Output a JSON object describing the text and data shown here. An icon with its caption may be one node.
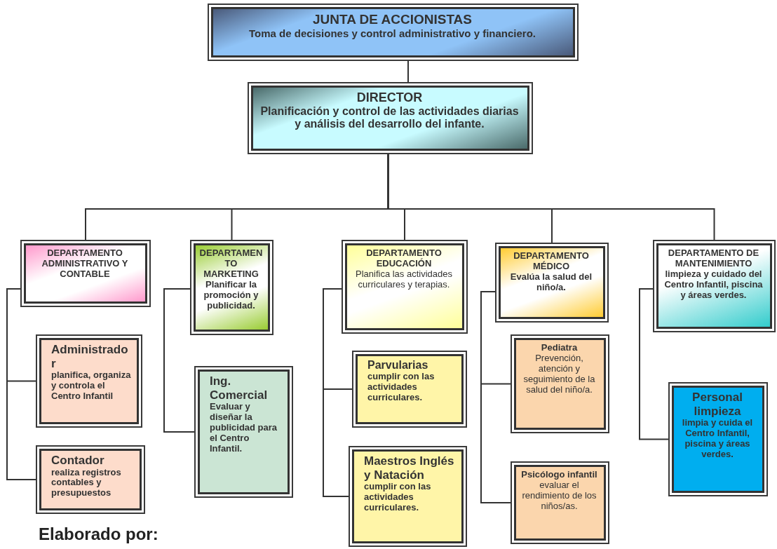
{
  "diagram": {
    "nodes": [
      {
        "text": [
          "JUNTA DE ACCIONISTAS",
          "Toma de decisiones y control administrativo y financiero."
        ]
      },
      {
        "text": [
          "DIRECTOR",
          "Planificación y control de las actividades diarias y análisis del desarrollo del infante."
        ]
      },
      {
        "text": [
          "DEPARTAMENTO ADMINISTRATIVO Y CONTABLE"
        ]
      },
      {
        "text": [
          "DEPARTAMENTO MARKETING",
          "Planificar la promoción y publicidad."
        ]
      },
      {
        "text": [
          "DEPARTAMENTO EDUCACIÓN",
          "Planifica las actividades curriculares y terapias."
        ]
      },
      {
        "text": [
          "DEPARTAMENTO MÉDICO",
          "Evalúa la salud del niño/a."
        ]
      },
      {
        "text": [
          "DEPARTAMENTO DE MANTENIMIENTO",
          "limpieza y cuidado del Centro Infantil, piscina y áreas verdes."
        ]
      },
      {
        "text": [
          "Administrador",
          "planifica, organiza y controla el Centro Infantil"
        ]
      },
      {
        "text": [
          "Contador",
          "realiza registros contables y presupuestos"
        ]
      },
      {
        "text": [
          "Ing. Comercial",
          "Evaluar y diseñar la publicidad para el Centro Infantil."
        ]
      },
      {
        "text": [
          "Parvularias",
          "cumplir con las actividades curriculares."
        ]
      },
      {
        "text": [
          "Maestros Inglés y Natación",
          "cumplir con las actividades curriculares."
        ]
      },
      {
        "text": [
          "Pediatra",
          "Prevención, atención y seguimiento de la salud del niño/a."
        ]
      },
      {
        "text": [
          "Psicólogo infantil",
          "evaluar el rendimiento de los niños/as."
        ]
      },
      {
        "text": [
          "Personal limpieza",
          "limpia y cuida el Centro Infantil, piscina y áreas verdes."
        ]
      }
    ],
    "edges": [
      {
        "from": 0,
        "to": 1,
        "arrow": "none"
      },
      {
        "from": 1,
        "to": 2,
        "arrow": "none"
      },
      {
        "from": 1,
        "to": 3,
        "arrow": "none"
      },
      {
        "from": 1,
        "to": 4,
        "arrow": "none"
      },
      {
        "from": 1,
        "to": 5,
        "arrow": "none"
      },
      {
        "from": 1,
        "to": 6,
        "arrow": "none"
      },
      {
        "from": 2,
        "to": 7,
        "arrow": "none"
      },
      {
        "from": 2,
        "to": 8,
        "arrow": "none"
      },
      {
        "from": 3,
        "to": 9,
        "arrow": "none"
      },
      {
        "from": 4,
        "to": 10,
        "arrow": "none"
      },
      {
        "from": 4,
        "to": 11,
        "arrow": "none"
      },
      {
        "from": 5,
        "to": 12,
        "arrow": "none"
      },
      {
        "from": 5,
        "to": 13,
        "arrow": "none"
      },
      {
        "from": 6,
        "to": 14,
        "arrow": "none"
      }
    ],
    "labels": [
      "Elaborado por:"
    ]
  }
}
